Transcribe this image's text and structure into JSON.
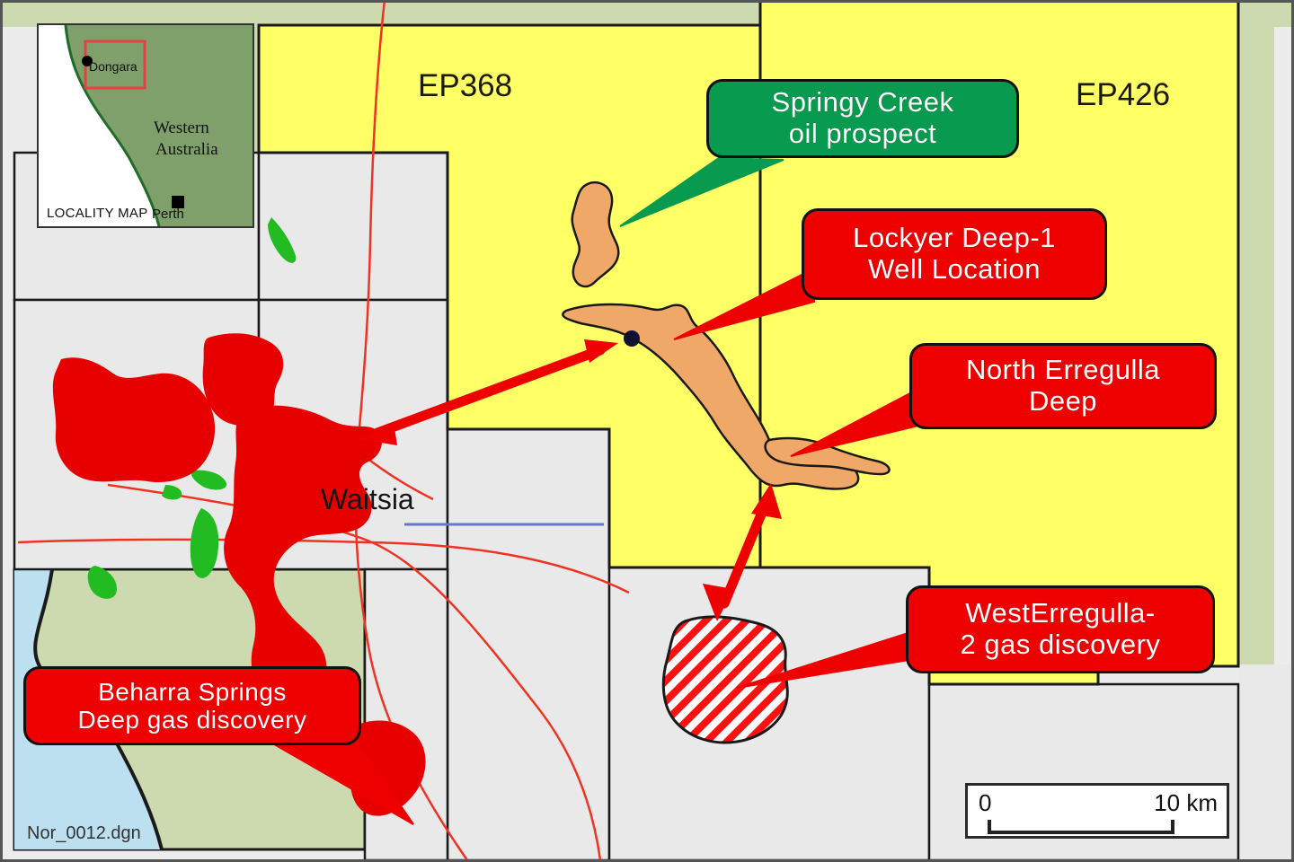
{
  "map": {
    "file_label": "Nor_0012.dgn",
    "place_labels": [
      {
        "name": "waitsia",
        "text": "Waitsia"
      }
    ],
    "permits": [
      {
        "name": "ep368",
        "text": "EP368"
      },
      {
        "name": "ep426",
        "text": "EP426"
      }
    ],
    "callouts": [
      {
        "name": "springy-creek",
        "color": "#089a4e",
        "line1": "Springy Creek",
        "line2": "oil prospect"
      },
      {
        "name": "lockyer-deep-1",
        "color": "#ee0000",
        "line1": "Lockyer Deep-1",
        "line2": "Well Location"
      },
      {
        "name": "north-erregulla-deep",
        "color": "#ee0000",
        "line1": "North Erregulla",
        "line2": "Deep"
      },
      {
        "name": "west-erregulla-2",
        "color": "#ee0000",
        "line1": "WestErregulla-",
        "line2": "2 gas discovery"
      },
      {
        "name": "beharra-springs",
        "color": "#ee0000",
        "line1": "Beharra  Springs",
        "line2": "Deep gas discovery"
      }
    ],
    "scale_bar": {
      "min": "0",
      "max": "10 km"
    },
    "locality_inset": {
      "title": "LOCALITY MAP",
      "region_line1": "Western",
      "region_line2": "Australia",
      "cities": [
        {
          "name": "dongara",
          "text": "Dongara"
        },
        {
          "name": "perth",
          "text": "Perth"
        }
      ]
    },
    "colors": {
      "permit_yellow": "#FFFF66",
      "prospect_orange": "#F0A868",
      "discovery_red": "#E60000",
      "gas_field_green": "#22BB22",
      "land_pale_green": "#CDD9AE",
      "ocean_blue": "#BCE0F0",
      "block_grey": "#E9E9E9",
      "callout_green": "#089a4e",
      "callout_red": "#ee0000",
      "well_dot": "#101030"
    }
  }
}
